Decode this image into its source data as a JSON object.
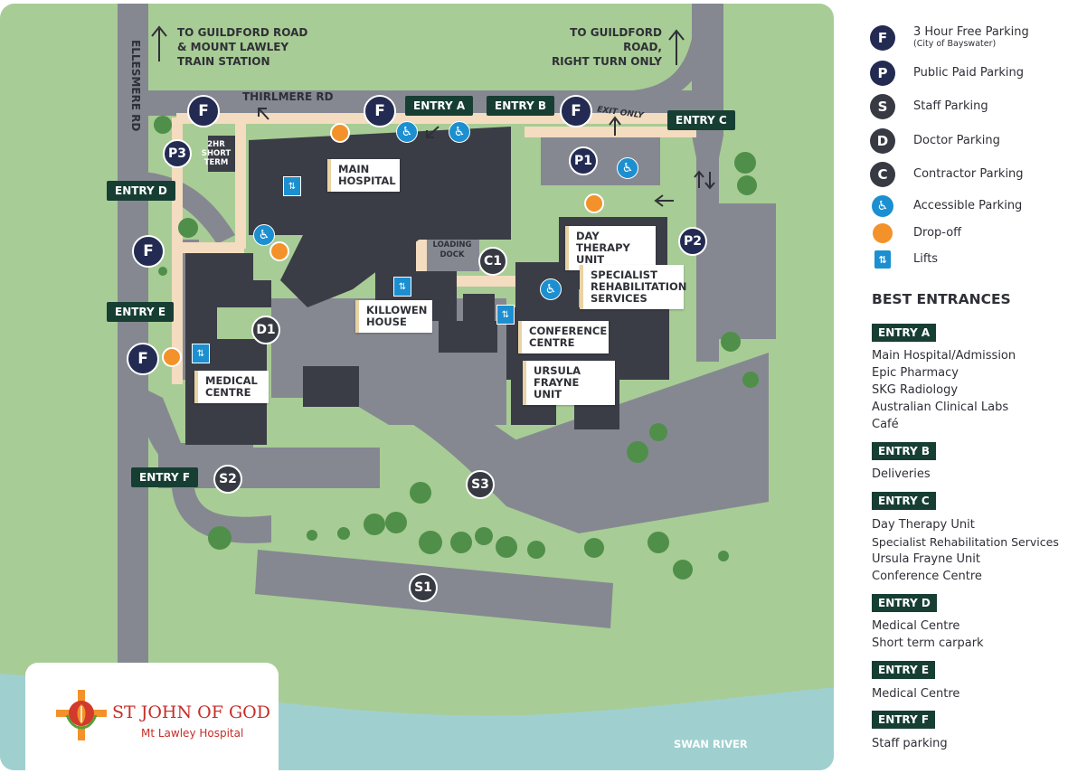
{
  "map": {
    "directions": {
      "left": [
        "TO GUILDFORD ROAD",
        "& MOUNT LAWLEY",
        "TRAIN STATION"
      ],
      "right": [
        "TO GUILDFORD ROAD,",
        "RIGHT TURN ONLY"
      ]
    },
    "roads": {
      "thirlmere": "THIRLMERE RD",
      "ellesmere": "ELLESMERE RD",
      "exit_only": "EXIT ONLY"
    },
    "entries": {
      "a": "ENTRY A",
      "b": "ENTRY B",
      "c": "ENTRY C",
      "d": "ENTRY D",
      "e": "ENTRY E",
      "f": "ENTRY F"
    },
    "parking_markers": {
      "f": "F",
      "p1": "P1",
      "p2": "P2",
      "p3": "P3",
      "c1": "C1",
      "d1": "D1",
      "s1": "S1",
      "s2": "S2",
      "s3": "S3"
    },
    "small_labels": {
      "short_term": [
        "2HR",
        "SHORT",
        "TERM"
      ],
      "loading_dock": [
        "LOADING",
        "DOCK"
      ]
    },
    "buildings": {
      "main_hospital": [
        "MAIN",
        "HOSPITAL"
      ],
      "day_therapy": [
        "DAY THERAPY",
        "UNIT"
      ],
      "specialist": [
        "SPECIALIST",
        "REHABILITATION",
        "SERVICES"
      ],
      "killowen": [
        "KILLOWEN",
        "HOUSE"
      ],
      "conference": [
        "CONFERENCE",
        "CENTRE"
      ],
      "ursula": [
        "URSULA",
        "FRAYNE UNIT"
      ],
      "medical": [
        "MEDICAL",
        "CENTRE"
      ]
    },
    "river": "SWAN RIVER",
    "logo": {
      "name": "ST JOHN OF GOD",
      "sub": "Mt Lawley Hospital"
    },
    "colors": {
      "grass": "#a8cc95",
      "road": "#858891",
      "building": "#3a3c46",
      "path": "#f3dcc0",
      "river": "#9fd0cf",
      "entry_badge": "#173e33",
      "navy_marker": "#232b52",
      "dark_marker": "#373a42",
      "accessible": "#1c8fd0",
      "dropoff": "#f3922a"
    }
  },
  "legend": {
    "items": [
      {
        "icon": "F",
        "label": "3 Hour Free Parking",
        "sub": "(City of Bayswater)"
      },
      {
        "icon": "P",
        "label": "Public Paid Parking"
      },
      {
        "icon": "S",
        "label": "Staff Parking"
      },
      {
        "icon": "D",
        "label": "Doctor Parking"
      },
      {
        "icon": "C",
        "label": "Contractor Parking"
      },
      {
        "icon": "accessible-icon",
        "label": "Accessible Parking"
      },
      {
        "icon": "dropoff-icon",
        "label": "Drop-off"
      },
      {
        "icon": "lift-icon",
        "label": "Lifts"
      }
    ],
    "best_entrances_title": "BEST ENTRANCES",
    "entrances": [
      {
        "badge": "ENTRY A",
        "lines": [
          "Main Hospital/Admission",
          "Epic Pharmacy",
          "SKG Radiology",
          "Australian Clinical Labs",
          "Café"
        ]
      },
      {
        "badge": "ENTRY B",
        "lines": [
          "Deliveries"
        ]
      },
      {
        "badge": "ENTRY C",
        "lines": [
          "Day Therapy Unit",
          "Specialist Rehabilitation Services",
          "Ursula Frayne Unit",
          "Conference Centre"
        ]
      },
      {
        "badge": "ENTRY D",
        "lines": [
          "Medical Centre",
          "Short term carpark"
        ]
      },
      {
        "badge": "ENTRY E",
        "lines": [
          "Medical Centre"
        ]
      },
      {
        "badge": "ENTRY F",
        "lines": [
          "Staff parking"
        ]
      }
    ]
  }
}
